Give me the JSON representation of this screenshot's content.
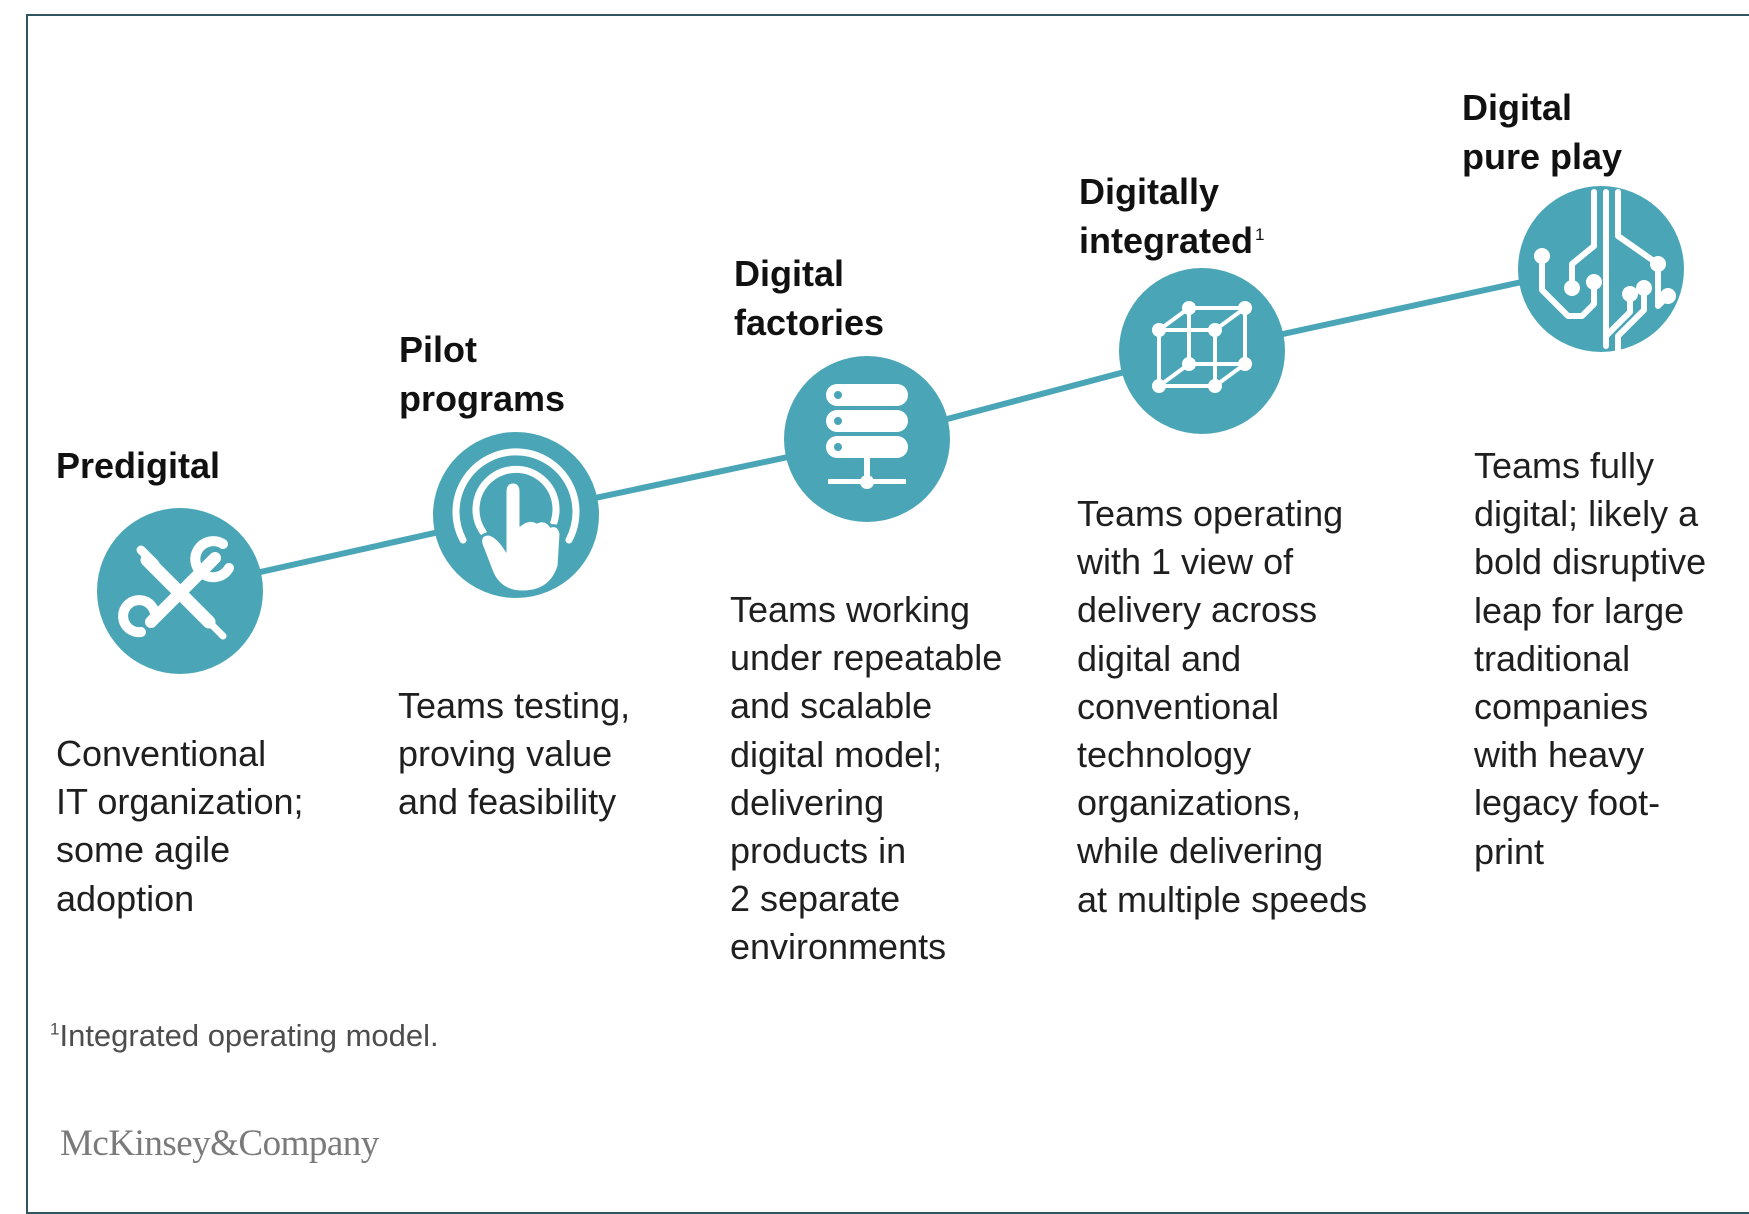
{
  "colors": {
    "accent": "#4aa6b6",
    "frame": "#2f5660"
  },
  "stages": [
    {
      "title": "Predigital",
      "footnote_mark": "",
      "icon": "wrench-screwdriver-icon",
      "description": "Conventional\nIT organization;\nsome agile\nadoption"
    },
    {
      "title": "Pilot\nprograms",
      "footnote_mark": "",
      "icon": "pointing-hand-icon",
      "description": "Teams testing,\nproving value\nand feasibility"
    },
    {
      "title": "Digital\nfactories",
      "footnote_mark": "",
      "icon": "server-stack-icon",
      "description": "Teams working\nunder repeatable\nand scalable\ndigital model;\ndelivering\nproducts in\n2 separate\nenvironments"
    },
    {
      "title": "Digitally\nintegrated",
      "footnote_mark": "1",
      "icon": "cube-network-icon",
      "description": "Teams operating\nwith 1 view of\ndelivery across\ndigital and\nconventional\ntechnology\norganizations,\nwhile delivering\nat multiple speeds"
    },
    {
      "title": "Digital\npure play",
      "footnote_mark": "",
      "icon": "circuit-icon",
      "description": "Teams fully\ndigital; likely a\nbold disruptive\nleap for large\ntraditional\ncompanies\nwith heavy\nlegacy foot-\nprint"
    }
  ],
  "footnote": {
    "mark": "1",
    "text": "Integrated operating model."
  },
  "logo": {
    "text": "McKinsey&Company"
  }
}
